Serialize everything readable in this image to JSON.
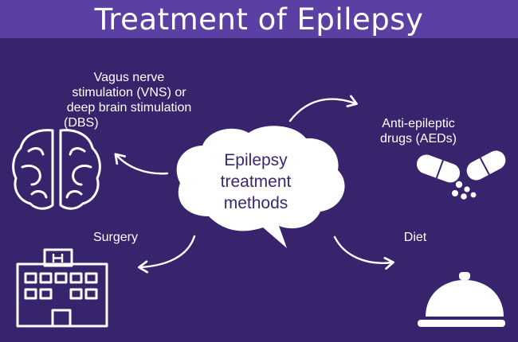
{
  "title": "Treatment of Epilepsy",
  "center": {
    "lines": [
      "Epilepsy",
      "treatment",
      "methods"
    ]
  },
  "labels": {
    "vns": [
      "Vagus nerve",
      "stimulation (VNS) or",
      "deep brain stimulation",
      "(DBS)"
    ],
    "aed": [
      "Anti-epileptic",
      "drugs (AEDs)"
    ],
    "surgery": "Surgery",
    "diet": "Diet"
  },
  "icons": {
    "vns": "brain-icon",
    "aed": "pills-icon",
    "surgery": "hospital-icon",
    "diet": "cloche-icon"
  },
  "colors": {
    "background": "#38236d",
    "title_bar": "#5b3fa2",
    "cloud": "#ffffff",
    "center_text": "#3a2770"
  }
}
